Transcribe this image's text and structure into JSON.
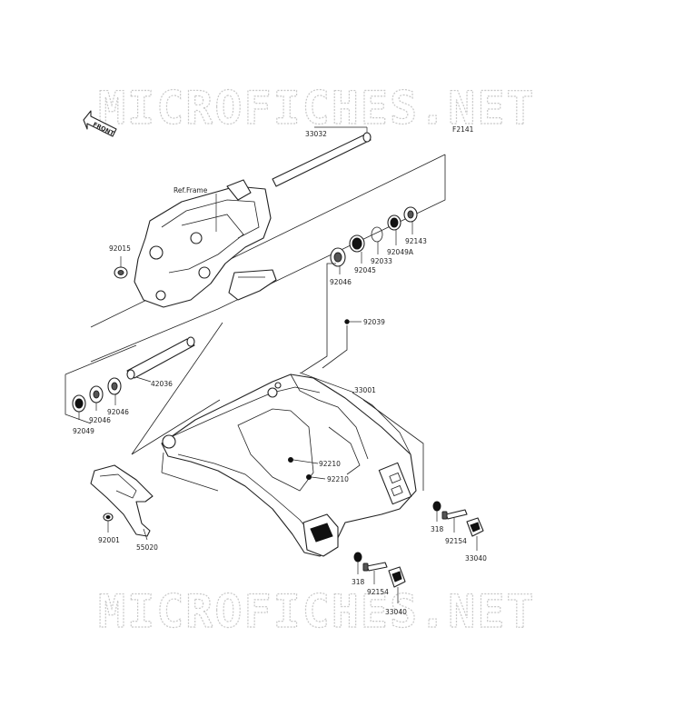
{
  "watermark": {
    "text_top": "MICROFICHES.NET",
    "text_bottom": "MICROFICHES.NET"
  },
  "diagram": {
    "ref_code": "F2141",
    "front_label": "FRONT",
    "frame_label": "Ref.Frame",
    "parts": [
      {
        "id": "33032",
        "label": "33032"
      },
      {
        "id": "92015",
        "label": "92015"
      },
      {
        "id": "92046-top",
        "label": "92046"
      },
      {
        "id": "92045",
        "label": "92045"
      },
      {
        "id": "92033",
        "label": "92033"
      },
      {
        "id": "92049A",
        "label": "92049A"
      },
      {
        "id": "92143",
        "label": "92143"
      },
      {
        "id": "92039",
        "label": "92039"
      },
      {
        "id": "42036",
        "label": "42036"
      },
      {
        "id": "92046-mid",
        "label": "92046"
      },
      {
        "id": "92046-low",
        "label": "92046"
      },
      {
        "id": "92049",
        "label": "92049"
      },
      {
        "id": "33001",
        "label": "33001"
      },
      {
        "id": "92210-a",
        "label": "92210"
      },
      {
        "id": "92210-b",
        "label": "92210"
      },
      {
        "id": "92001",
        "label": "92001"
      },
      {
        "id": "55020",
        "label": "55020"
      },
      {
        "id": "318-right",
        "label": "318"
      },
      {
        "id": "92154-right",
        "label": "92154"
      },
      {
        "id": "33040-right",
        "label": "33040"
      },
      {
        "id": "318-bottom",
        "label": "318"
      },
      {
        "id": "92154-bottom",
        "label": "92154"
      },
      {
        "id": "33040-bottom",
        "label": "33040"
      }
    ]
  }
}
